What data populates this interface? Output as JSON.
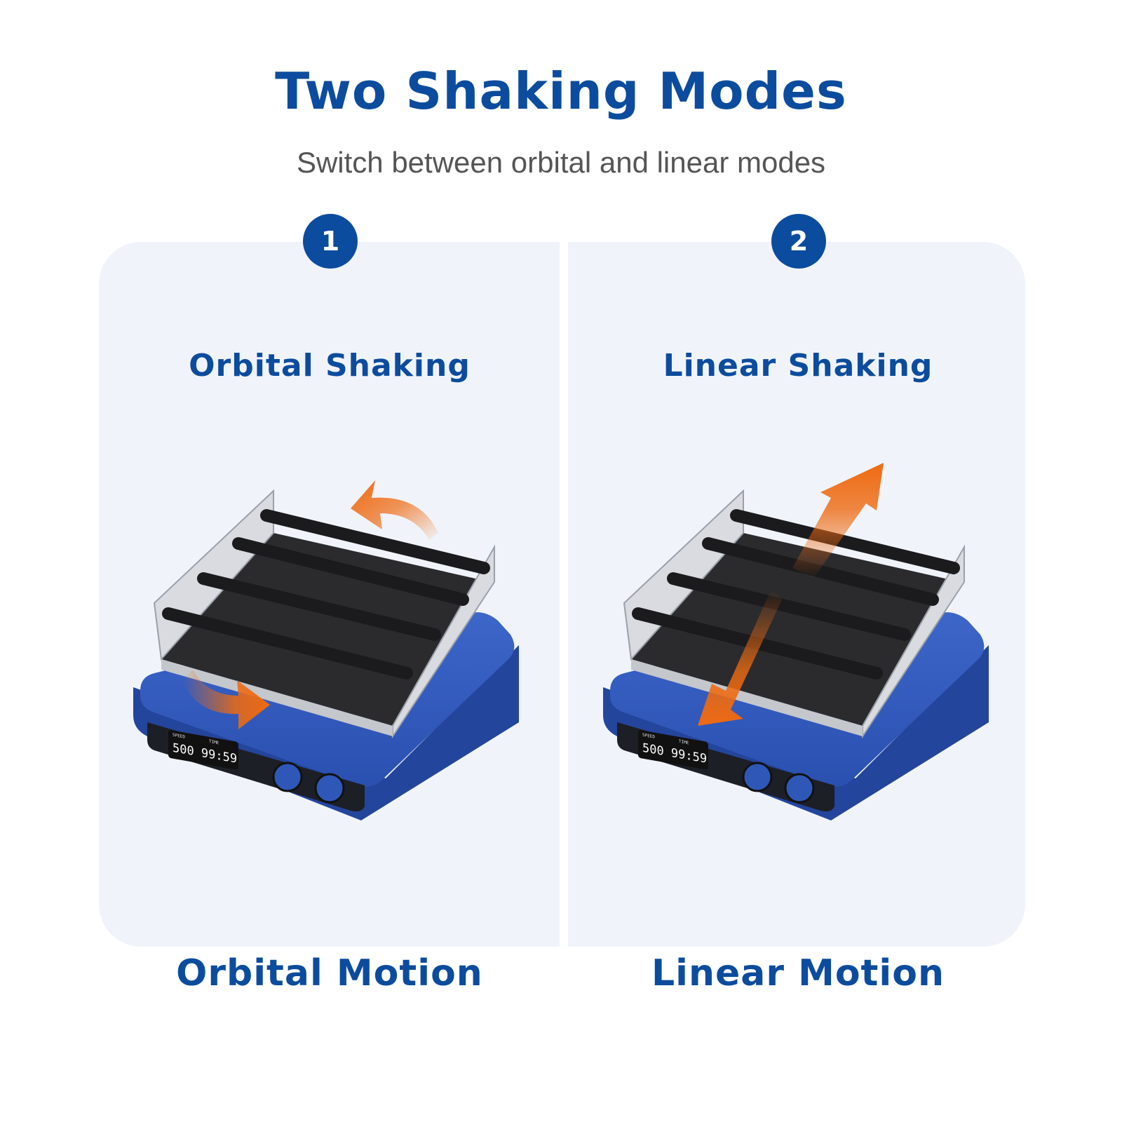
{
  "header": {
    "title": "Two Shaking Modes",
    "subtitle": "Switch between orbital and linear modes"
  },
  "modes": [
    {
      "number": "1",
      "title": "Orbital Shaking",
      "motion_label": "Orbital Motion",
      "display": {
        "speed_label": "SPEED",
        "time_label": "TIME",
        "readout": "500 99:59"
      },
      "arrow_type": "orbital"
    },
    {
      "number": "2",
      "title": "Linear Shaking",
      "motion_label": "Linear Motion",
      "display": {
        "speed_label": "SPEED",
        "time_label": "TIME",
        "readout": "500 99:59"
      },
      "arrow_type": "linear"
    }
  ],
  "colors": {
    "brand_blue": "#0c4c9e",
    "device_blue": "#2f57b8",
    "arrow_orange": "#ee6a12",
    "panel_bg": "#f0f4fa"
  }
}
